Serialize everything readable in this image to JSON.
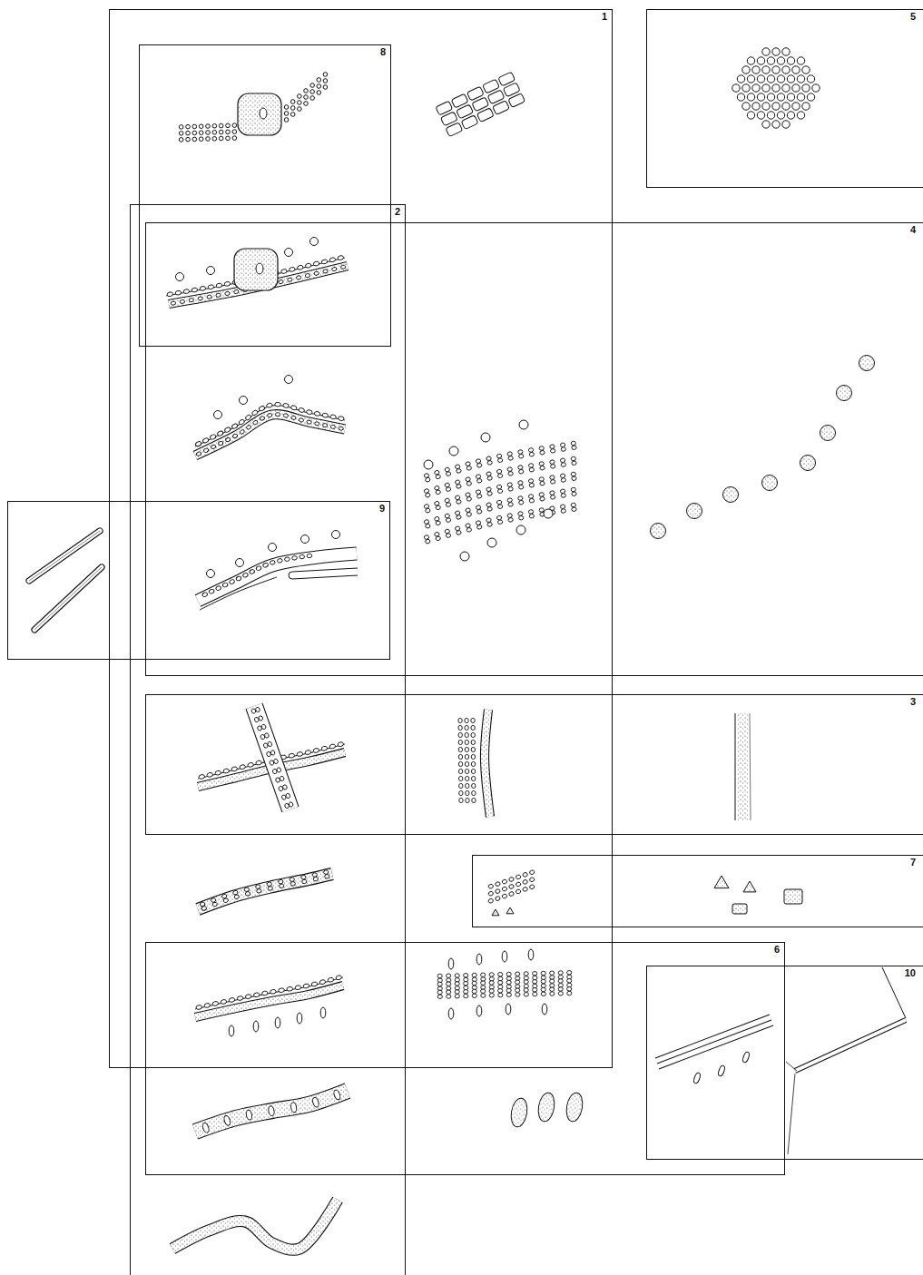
{
  "diagram": {
    "nodes": [
      {
        "text": [
          "1"
        ]
      },
      {
        "text": [
          "8"
        ],
        "in": 0
      },
      {
        "text": [
          "5"
        ]
      },
      {
        "text": [
          "2"
        ]
      },
      {
        "text": [
          "4"
        ]
      },
      {
        "text": [
          "9"
        ]
      },
      {
        "text": [
          "3"
        ]
      },
      {
        "text": [
          "7"
        ]
      },
      {
        "text": [
          "6"
        ]
      },
      {
        "text": [
          "10"
        ]
      }
    ]
  }
}
